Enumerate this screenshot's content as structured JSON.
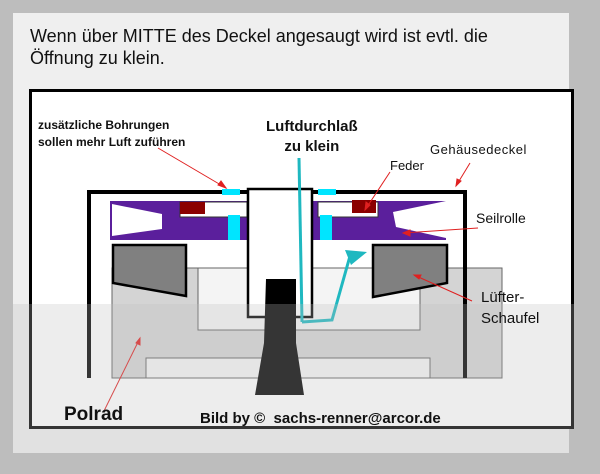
{
  "heading": {
    "line1": "Wenn über MITTE des Deckel angesaugt wird ist evtl. die",
    "line2": "Öffnung zu klein."
  },
  "labels": {
    "bohrungen_line1": "zusätzliche Bohrungen",
    "bohrungen_line2": "sollen mehr Luft zuführen",
    "luftdurchlass_line1": "Luftdurchlaß",
    "luftdurchlass_line2": "zu klein",
    "gehaeusedeckel": "Gehäusedeckel",
    "feder": "Feder",
    "seilrolle": "Seilrolle",
    "luefter_line1": "Lüfter-",
    "luefter_line2": "Schaufel",
    "polrad": "Polrad",
    "credit": "Bild by ©  sachs-renner@arcor.de"
  },
  "colors": {
    "seilrolle": "#5b1f9c",
    "feder": "#8b0000",
    "air_openings": "#00e5ff",
    "airflow_arrow": "#1fb8c0",
    "fan_blade": "#808080",
    "polrad": "#d4d4d4",
    "annotation_arrow": "#e02020"
  }
}
